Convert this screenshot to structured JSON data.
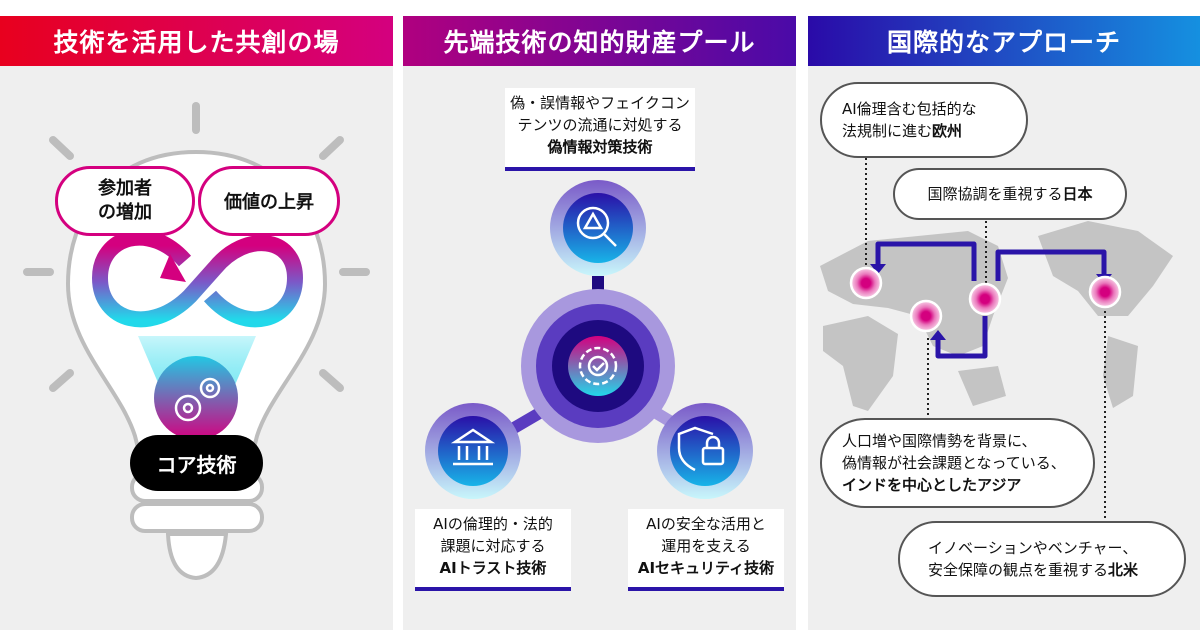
{
  "panels": [
    {
      "title": "技術を活用した共創の場"
    },
    {
      "title": "先端技術の知的財産プール"
    },
    {
      "title": "国際的なアプローチ"
    }
  ],
  "left": {
    "bubble1": "参加者の増加",
    "bubble1_l1": "参加者",
    "bubble1_l2": "の増加",
    "bubble2": "価値の上昇",
    "core": "コア技術",
    "icons": [
      "lightbulb-icon",
      "infinity-icon",
      "gears-icon"
    ]
  },
  "middle": {
    "top": {
      "l1": "偽・誤情報やフェイクコン",
      "l2": "テンツの流通に対処する",
      "bold": "偽情報対策技術"
    },
    "left": {
      "l1": "AIの倫理的・法的",
      "l2": "課題に対応する",
      "bold": "AIトラスト技術"
    },
    "right": {
      "l1": "AIの安全な活用と",
      "l2": "運用を支える",
      "bold": "AIセキュリティ技術"
    },
    "icons": [
      "warning-search-icon",
      "gear-check-icon",
      "bank-icon",
      "shield-lock-icon"
    ]
  },
  "right": {
    "europe": {
      "l1": "AI倫理含む包括的な",
      "l2": "法規制に進む",
      "bold": "欧州"
    },
    "japan": {
      "l1": "国際協調を重視する",
      "bold": "日本"
    },
    "asia": {
      "l1": "人口増や国際情勢を背景に、",
      "l2": "偽情報が社会課題となっている、",
      "bold": "インドを中心としたアジア"
    },
    "america": {
      "l1": "イノベーションやベンチャー、",
      "l2": "安全保障の観点を重視する",
      "bold": "北米"
    }
  },
  "colors": {
    "red": "#e8001e",
    "magenta": "#d4007f",
    "purple": "#5a0aa0",
    "indigo": "#2a14a8",
    "blue": "#1590e0",
    "cyan": "#22d8ea"
  }
}
